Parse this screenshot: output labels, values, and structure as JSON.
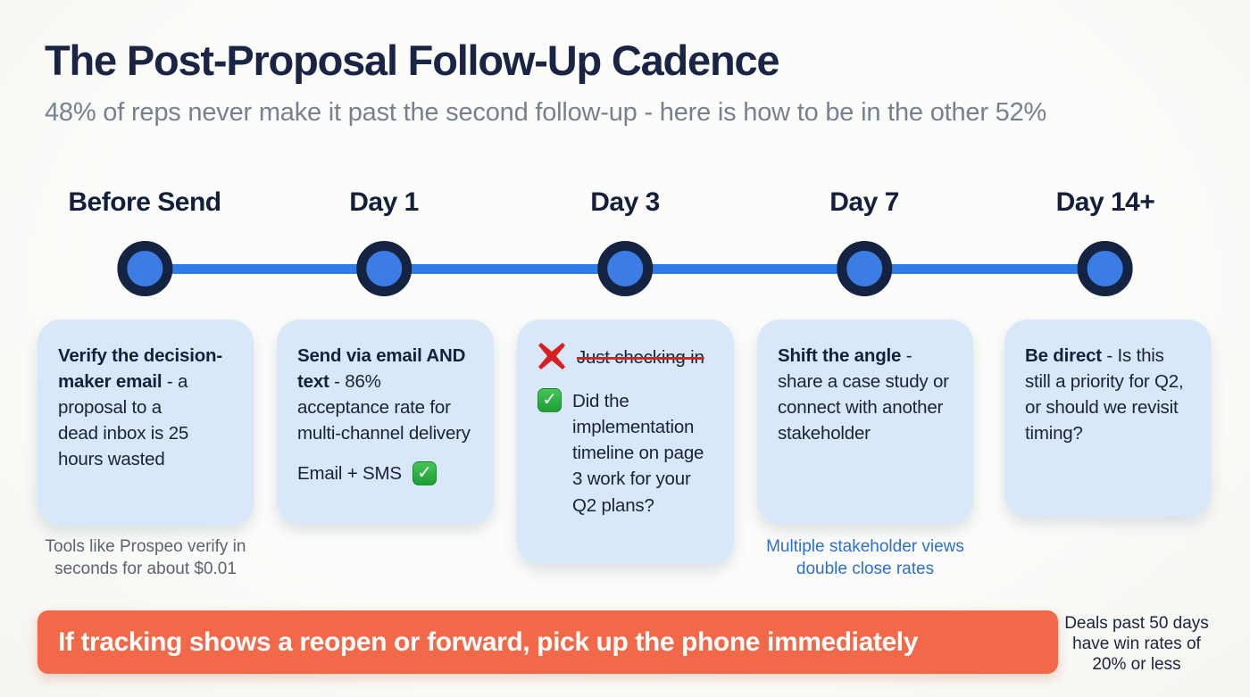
{
  "header": {
    "title": "The Post-Proposal Follow-Up Cadence",
    "subtitle": "48% of reps never make it past the second follow-up - here is how to be in the other 52%"
  },
  "timeline": {
    "stops": [
      {
        "label": "Before Send"
      },
      {
        "label": "Day 1"
      },
      {
        "label": "Day 3"
      },
      {
        "label": "Day 7"
      },
      {
        "label": "Day 14+"
      }
    ]
  },
  "cards": [
    {
      "bold": "Verify the decision-maker email",
      "rest": " - a proposal to a\ndead inbox is 25 hours wasted",
      "note": "Tools like Prospeo verify in seconds for about $0.01"
    },
    {
      "bold": "Send via email AND text",
      "rest": " - 86% acceptance rate for multi-channel delivery",
      "tag": "Email + SMS"
    },
    {
      "items": [
        {
          "icon": "cross-emoji",
          "text": "Just checking in"
        },
        {
          "icon": "check-emoji",
          "text": "Did the implementation timeline on page 3 work for your Q2 plans?"
        }
      ]
    },
    {
      "bold": "Shift the angle",
      "rest": " - share a case study or connect with another stakeholder",
      "note": "Multiple stakeholder views double close rates"
    },
    {
      "bold": "Be direct",
      "rest": " - Is this still a priority for Q2, or should we revisit timing?"
    }
  ],
  "banner": {
    "text": "If tracking shows a reopen or forward, pick up the phone immediately"
  },
  "side_note": {
    "text": "Deals past 50 days have win rates of 20% or less"
  },
  "icons": {
    "check_glyph": "✓"
  },
  "colors": {
    "title_navy": "#1a2444",
    "subtitle_gray": "#76818f",
    "timeline_blue": "#2e7ce7",
    "dot_fill": "#3b7de4",
    "dot_ring": "#142341",
    "card_bg": "#d8e8f8",
    "note_gray": "#5a6370",
    "note_blue": "#2b6fd3",
    "banner_orange": "#f2694a",
    "check_green": "#1d9e34",
    "cross_red": "#d91f1f"
  }
}
